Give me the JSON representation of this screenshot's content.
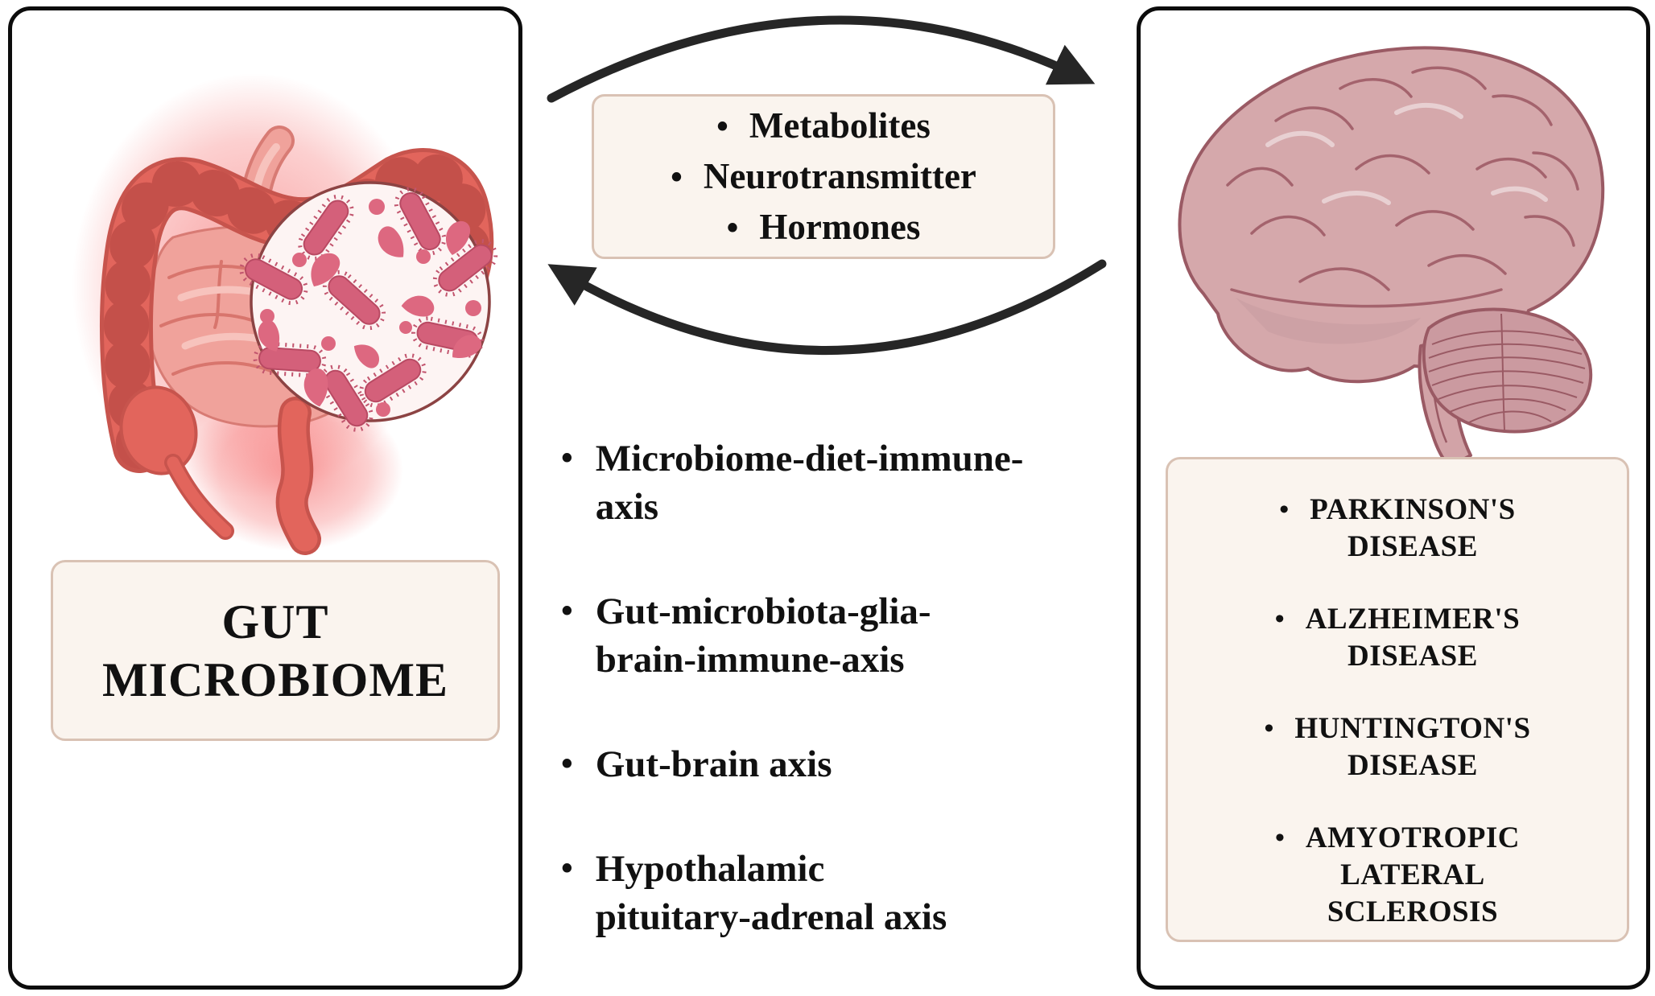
{
  "figure": {
    "bullet": "•",
    "left_panel": {
      "title": "GUT\nMICROBIOME"
    },
    "mediators": {
      "items": [
        "Metabolites",
        "Neurotransmitter",
        "Hormones"
      ]
    },
    "axes": {
      "items": [
        "Microbiome-diet-immune-\naxis",
        "Gut-microbiota-glia-\nbrain-immune-axis",
        "Gut-brain axis",
        "Hypothalamic\npituitary-adrenal axis"
      ]
    },
    "diseases": {
      "items": [
        "PARKINSON'S\nDISEASE",
        "ALZHEIMER'S\nDISEASE",
        "HUNTINGTON'S\nDISEASE",
        "AMYOTROPIC\nLATERAL\nSCLEROSIS"
      ]
    },
    "icons": {
      "gut": "gut-intestine-illustration",
      "microbes": "microbiome-magnifier-circle",
      "brain": "brain-illustration",
      "arrow_top": "gut-to-brain-arrow",
      "arrow_bottom": "brain-to-gut-arrow"
    },
    "colors": {
      "box_bg": "#faf4ee",
      "box_border": "#d9c2b4",
      "panel_border": "#0c0c0c",
      "arrow": "#262626",
      "gut_red": "#e2655c",
      "gut_pink": "#f0a29b",
      "microbe_pink": "#d4607a",
      "brain_pink": "#d5a8ab",
      "brain_outline": "#9a5a64"
    }
  }
}
